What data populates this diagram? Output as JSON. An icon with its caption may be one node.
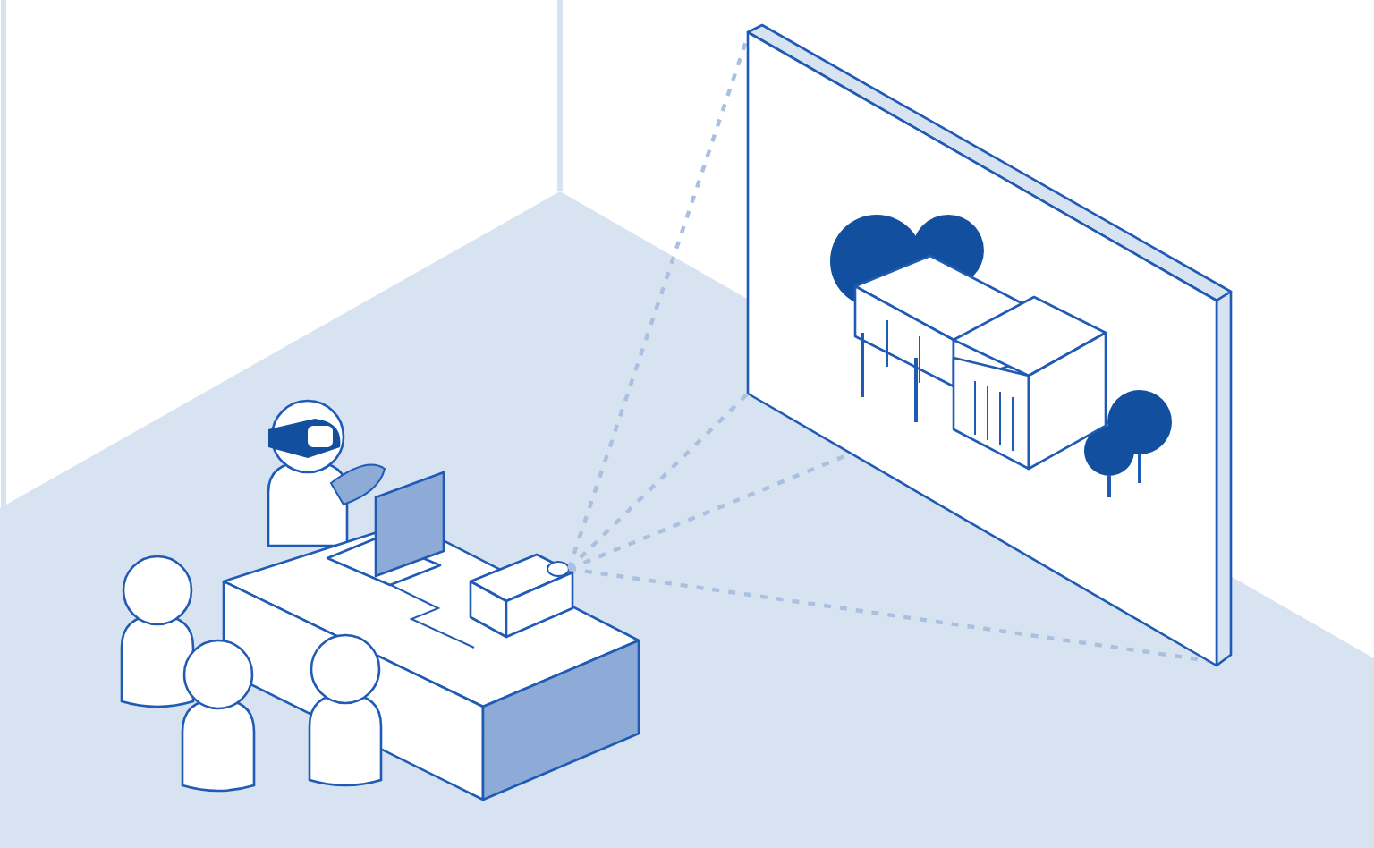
{
  "diagram": {
    "nodes": [
      {
        "text": [],
        "shape": "box"
      },
      {
        "text": [],
        "shape": "picture"
      }
    ],
    "edges": [
      {
        "from": 0,
        "to": 1,
        "arrow": "none",
        "style": "dashed"
      },
      {
        "from": 0,
        "to": 1,
        "arrow": "none",
        "style": "dashed"
      },
      {
        "from": 0,
        "to": 1,
        "arrow": "none",
        "style": "dashed"
      },
      {
        "from": 0,
        "to": 1,
        "arrow": "none",
        "style": "dashed"
      }
    ]
  }
}
